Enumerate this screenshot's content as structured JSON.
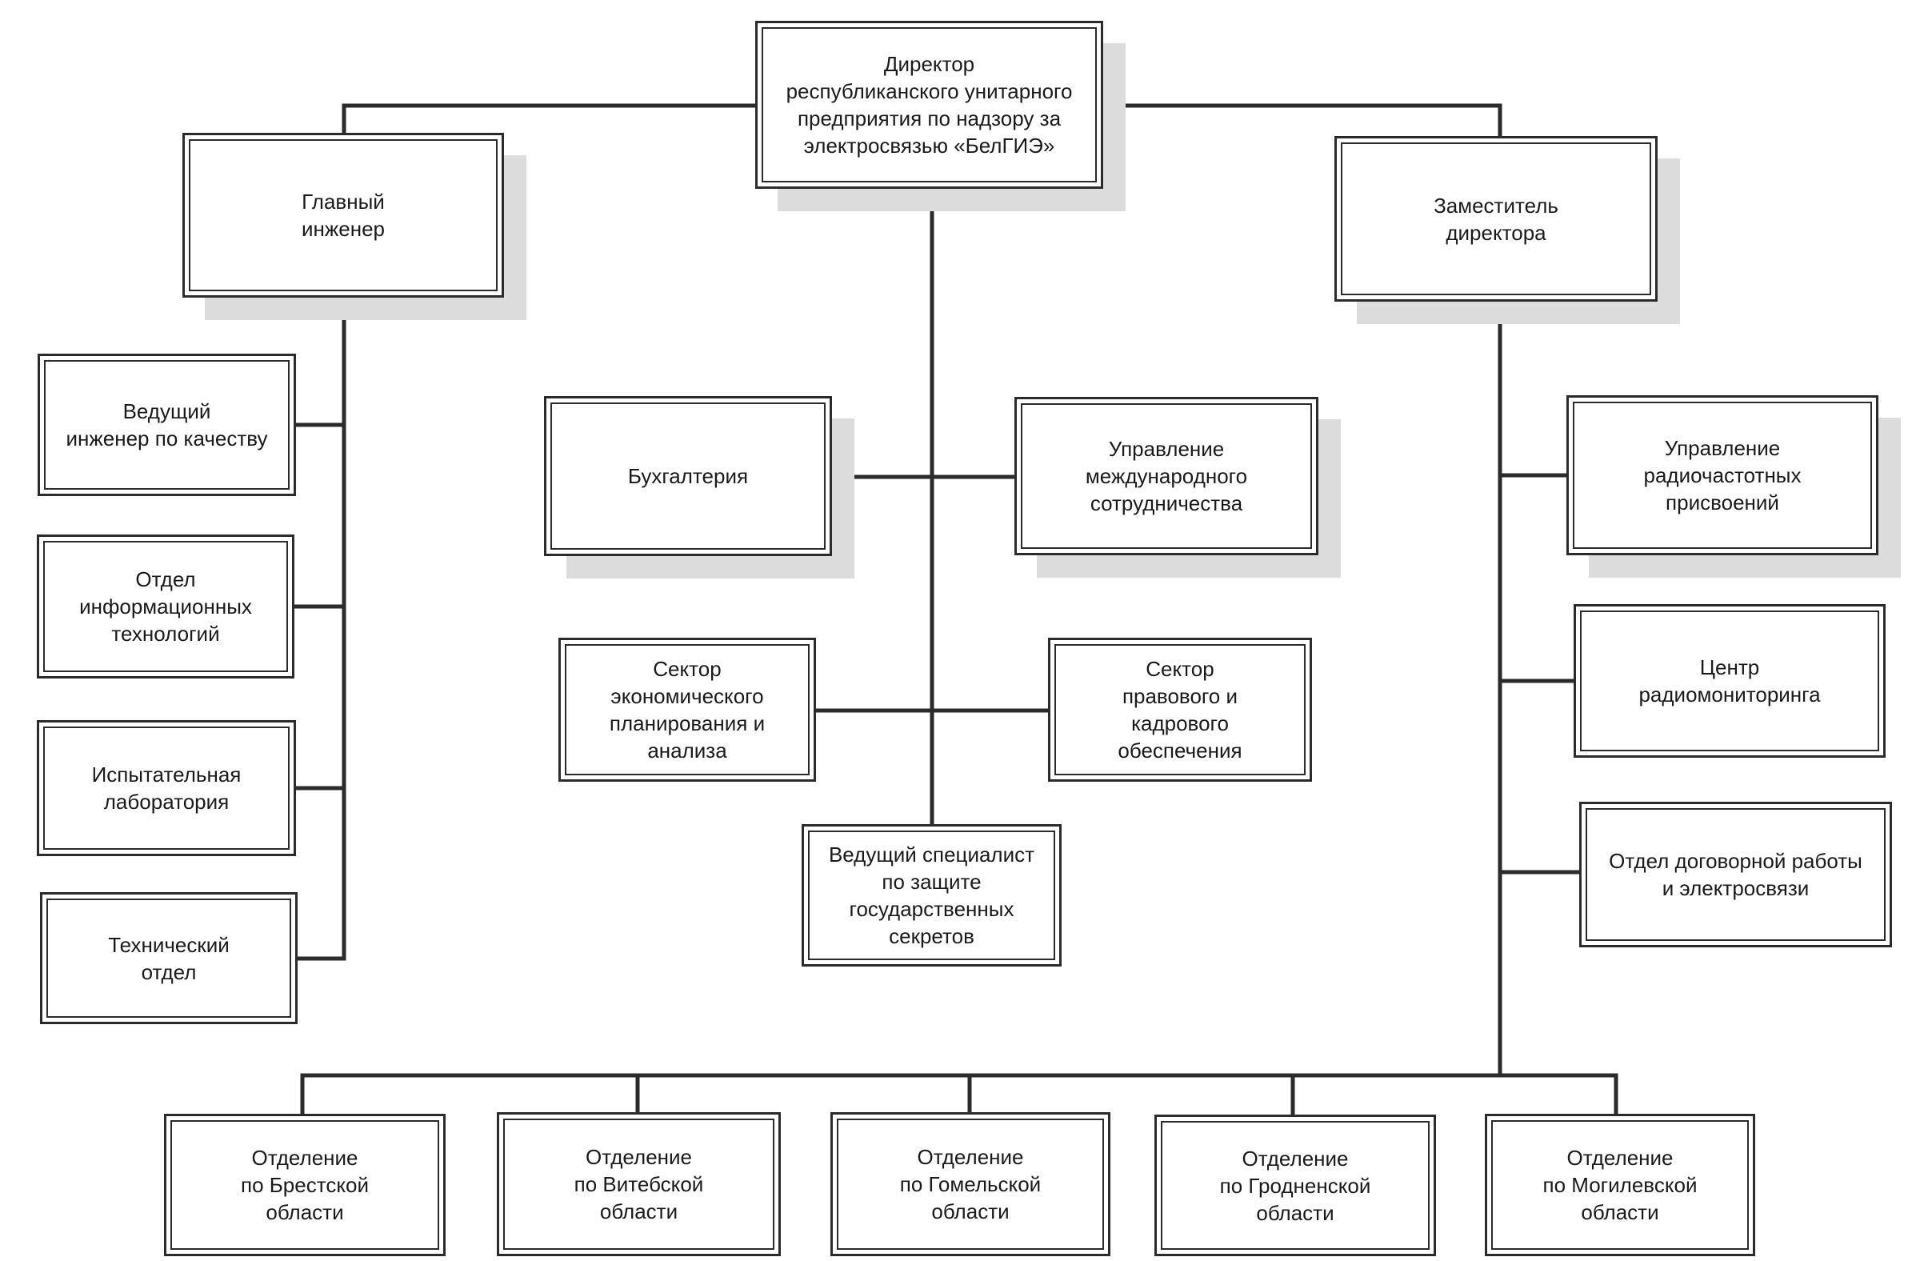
{
  "org_chart": {
    "director": "Директор\nреспубликанского унитарного\nпредприятия по надзору за\nэлектросвязью «БелГИЭ»",
    "chief_engineer": "Главный\nинженер",
    "deputy_director": "Заместитель\nдиректора",
    "chief_engineer_units": [
      "Ведущий\nинженер по качеству",
      "Отдел\nинформационных\nтехнологий",
      "Испытательная\nлаборатория",
      "Технический\nотдел"
    ],
    "center_units": {
      "accounting": "Бухгалтерия",
      "international": "Управление\nмеждународного\nсотрудничества",
      "economic": "Сектор\nэкономического\nпланирования и\nанализа",
      "legal": "Сектор\nправового и\nкадрового\nобеспечения",
      "secrets": "Ведущий специалист\nпо защите\nгосударственных\nсекретов"
    },
    "deputy_units": [
      "Управление\nрадиочастотных\nприсвоений",
      "Центр\nрадиомониторинга",
      "Отдел договорной работы\nи электросвязи"
    ],
    "regional_branches": [
      "Отделение\nпо Брестской\nобласти",
      "Отделение\nпо Витебской\nобласти",
      "Отделение\nпо Гомельской\nобласти",
      "Отделение\nпо Гродненской\nобласти",
      "Отделение\nпо Могилевской\nобласти"
    ]
  }
}
